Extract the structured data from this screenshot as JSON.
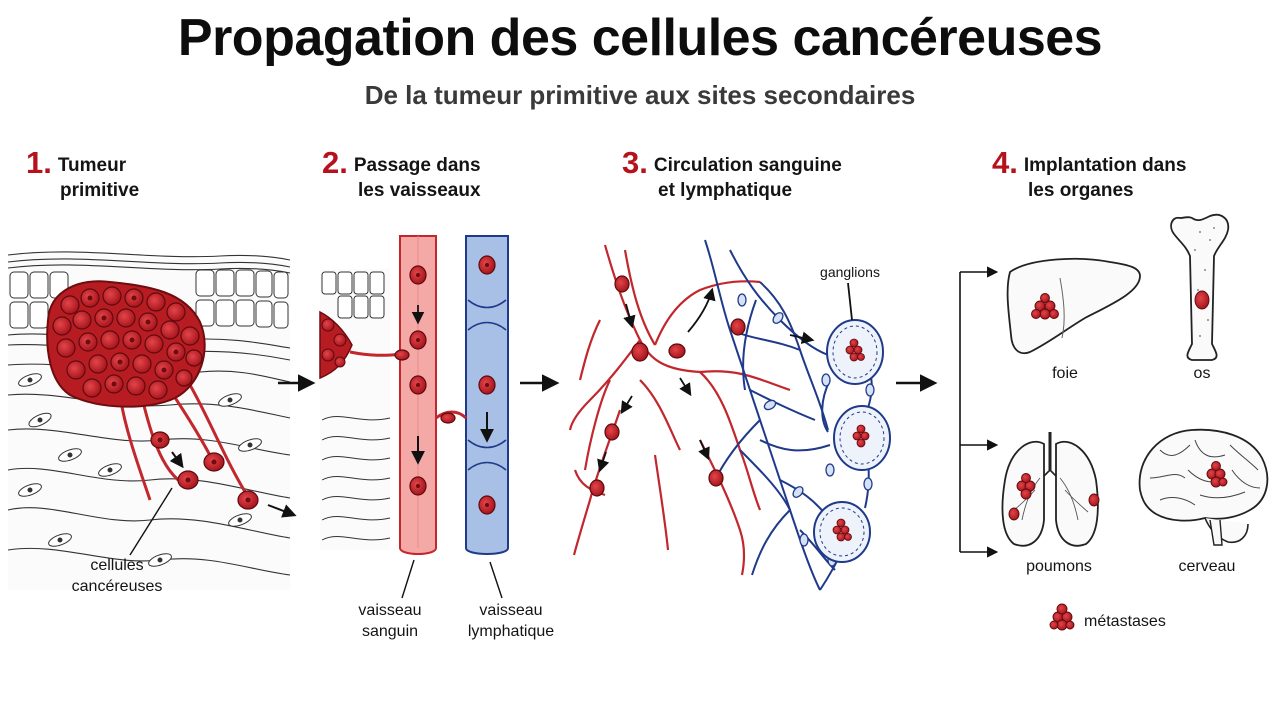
{
  "header": {
    "title": "Propagation des cellules cancéreuses",
    "subtitle": "De la tumeur primitive aux sites secondaires"
  },
  "steps": [
    {
      "number": "1.",
      "line1": "Tumeur",
      "line2": "primitive"
    },
    {
      "number": "2.",
      "line1": "Passage dans",
      "line2": "les vaisseaux"
    },
    {
      "number": "3.",
      "line1": "Circulation sanguine",
      "line2": "et lymphatique"
    },
    {
      "number": "4.",
      "line1": "Implantation dans",
      "line2": "les organes"
    }
  ],
  "labels": {
    "cancer_cells": [
      "cellules",
      "cancéreuses"
    ],
    "blood_vessel": [
      "vaisseau",
      "sanguin"
    ],
    "lymph_vessel": [
      "vaisseau",
      "lymphatique"
    ],
    "lymph_nodes": "ganglions",
    "liver": "foie",
    "bone": "os",
    "lungs": "poumons",
    "brain": "cerveau",
    "legend_metastases": "métastases"
  },
  "colors": {
    "cell_red": "#c1272d",
    "cell_dark": "#7a0d12",
    "blood_fill": "#f4a9a6",
    "lymph_fill": "#a9c0e6",
    "lymph_line": "#1f3a8a",
    "step_number": "#b5121b"
  }
}
